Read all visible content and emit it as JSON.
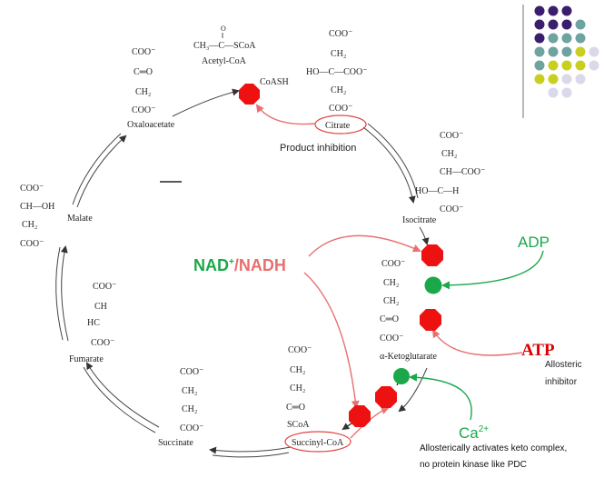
{
  "title": "",
  "molecules": {
    "acetyl_coa": {
      "name": "Acetyl-CoA",
      "line1": "O",
      "line2": "CH₃—C—SCoA"
    },
    "citrate": {
      "name": "Citrate",
      "l1": "COO⁻",
      "l2": "CH₂",
      "l3": "HO—C—COO⁻",
      "l4": "CH₂",
      "l5": "COO⁻"
    },
    "oxaloacetate": {
      "name": "Oxaloacetate",
      "l1": "COO⁻",
      "l2": "C═O",
      "l3": "CH₂",
      "l4": "COO⁻"
    },
    "isocitrate": {
      "name": "Isocitrate",
      "l1": "COO⁻",
      "l2": "CH₂",
      "l3": "CH—COO⁻",
      "l4": "HO—C—H",
      "l5": "COO⁻"
    },
    "malate": {
      "name": "Malate",
      "l1": "COO⁻",
      "l2": "CH—OH",
      "l3": "CH₂",
      "l4": "COO⁻"
    },
    "fumarate": {
      "name": "Fumarate",
      "l1": "COO⁻",
      "l2": "CH",
      "l3": "HC",
      "l4": "COO⁻"
    },
    "akg": {
      "name": "α-Ketoglutarate",
      "l1": "COO⁻",
      "l2": "CH₂",
      "l3": "CH₂",
      "l4": "C═O",
      "l5": "COO⁻"
    },
    "succinate": {
      "name": "Succinate",
      "l1": "COO⁻",
      "l2": "CH₂",
      "l3": "CH₂",
      "l4": "COO⁻"
    },
    "succinyl_coa": {
      "name": "Succinyl-CoA",
      "l1": "COO⁻",
      "l2": "CH₂",
      "l3": "CH₂",
      "l4": "C═O",
      "l5": "SCoA"
    }
  },
  "coash": "CoASH",
  "annotations": {
    "product_inhibition": "Product inhibition",
    "nad": "NAD",
    "nad_sup": "+",
    "slash": "/",
    "nadh": "NADH",
    "adp": "ADP",
    "atp": "ATP",
    "allosteric_inhibitor_1": "Allosteric",
    "allosteric_inhibitor_2": "inhibitor",
    "ca": "Ca",
    "ca_sup": "2+",
    "ca_note_1": "Allosterically activates keto complex,",
    "ca_note_2": "no protein kinase like PDC"
  },
  "colors": {
    "inhibitor": "#ee1111",
    "activator": "#1aa84a",
    "nad_green": "#1aa84a",
    "nadh_pink": "#e86f6f",
    "atp_red": "#dd0000",
    "arrow_pink": "#e87070",
    "arrow_green": "#1aa84a",
    "dot_purple": "#3b1d6e",
    "dot_teal": "#6fa3a0",
    "dot_yellow": "#c9cf1e",
    "dot_lavender": "#d9d9ea"
  }
}
